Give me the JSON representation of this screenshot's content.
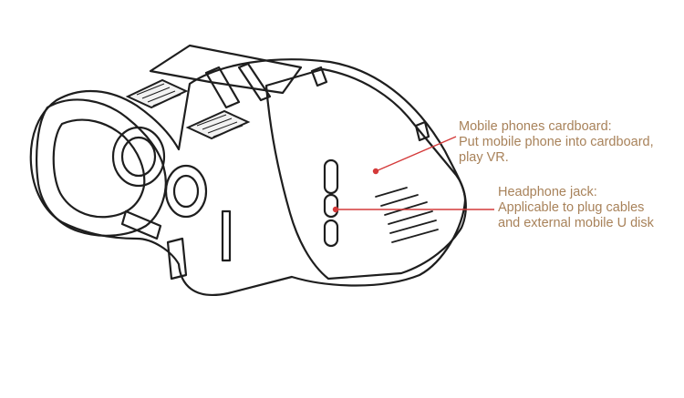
{
  "colors": {
    "outline": "#1e1e1e",
    "callout_text": "#a8825a",
    "leader_line": "#d43a3a",
    "background": "#ffffff"
  },
  "callouts": {
    "cardboard": {
      "title": "Mobile phones cardboard:",
      "lines": [
        "Put mobile phone into cardboard,",
        "play VR."
      ]
    },
    "headphone": {
      "title": "Headphone jack:",
      "lines": [
        "Applicable to plug cables",
        "and external mobile U disk"
      ]
    }
  }
}
